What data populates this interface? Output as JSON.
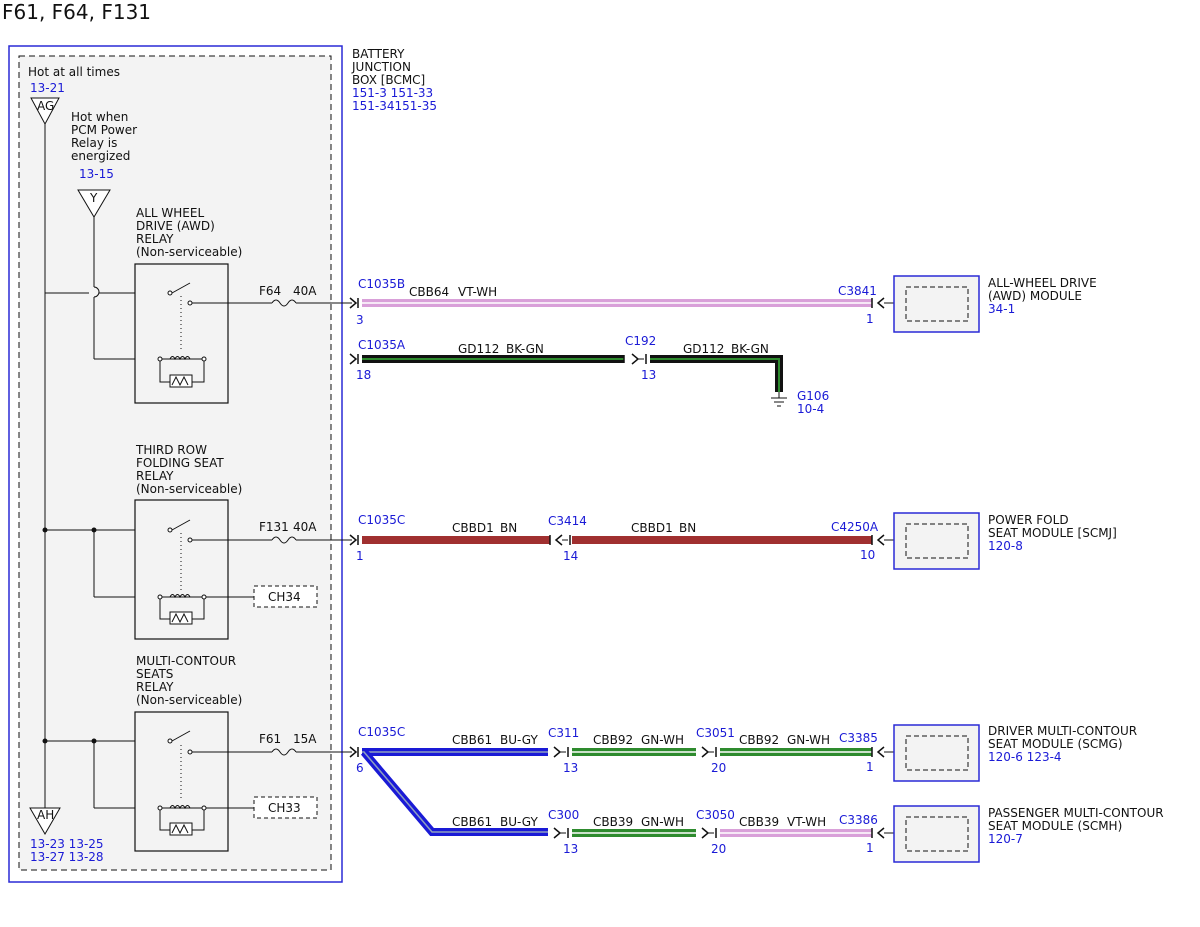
{
  "title": "F61, F64, F131",
  "bjb": {
    "name_lines": [
      "BATTERY",
      "JUNCTION",
      "BOX [BCMC]"
    ],
    "refs_lines": [
      "151-3  151-33",
      "151-34151-35"
    ],
    "hot_at_all_times": "Hot at all times",
    "ag_ref": "13-21",
    "ag_label": "AG",
    "hot_when_lines": [
      "Hot when",
      "PCM Power",
      "Relay is",
      "energized"
    ],
    "y_ref": "13-15",
    "y_label": "Y",
    "ah_label": "AH",
    "ah_refs_lines": [
      "13-23 13-25",
      "13-27 13-28"
    ]
  },
  "relays": [
    {
      "lines": [
        "ALL WHEEL",
        "DRIVE (AWD)",
        "RELAY",
        "(Non-serviceable)"
      ],
      "fuse": "F64",
      "rating": "40A"
    },
    {
      "lines": [
        "THIRD ROW",
        "FOLDING SEAT",
        "RELAY",
        "(Non-serviceable)"
      ],
      "fuse": "F131",
      "rating": "40A",
      "chassis_ref": "CH34"
    },
    {
      "lines": [
        "MULTI-CONTOUR",
        "SEATS",
        "RELAY",
        "(Non-serviceable)"
      ],
      "fuse": "F61",
      "rating": "15A",
      "chassis_ref": "CH33"
    }
  ],
  "circuits": {
    "awd": {
      "conn_start": "C1035B",
      "pin_start": "3",
      "wire": "CBB64",
      "color": "VT-WH",
      "conn_end": "C3841",
      "pin_end": "1",
      "module_lines": [
        "ALL-WHEEL DRIVE",
        "(AWD) MODULE"
      ],
      "module_ref": "34-1",
      "colors": {
        "primary": "#d9a0d9",
        "stripe": "#ffffff"
      }
    },
    "ground": {
      "conn_start": "C1035A",
      "pin_start": "18",
      "wire1": "GD112",
      "color1": "BK-GN",
      "conn_mid": "C192",
      "pin_mid": "13",
      "wire2": "GD112",
      "color2": "BK-GN",
      "ground_name": "G106",
      "ground_ref": "10-4",
      "colors": {
        "primary": "#111111",
        "stripe": "#2e8b2e"
      }
    },
    "powerfold": {
      "conn_start": "C1035C",
      "pin_start": "1",
      "wire1": "CBBD1",
      "color1": "BN",
      "conn_mid": "C3414",
      "pin_mid": "14",
      "wire2": "CBBD1",
      "color2": "BN",
      "conn_end": "C4250A",
      "pin_end": "10",
      "module_lines": [
        "POWER FOLD",
        "SEAT MODULE [SCMJ]"
      ],
      "module_ref": "120-8",
      "colors": {
        "primary": "#a03030"
      }
    },
    "multicontour": {
      "conn_start": "C1035C",
      "pin_start": "6",
      "driver": {
        "wire1": "CBB61",
        "color1": "BU-GY",
        "conn1": "C311",
        "pin1": "13",
        "wire2": "CBB92",
        "color2": "GN-WH",
        "conn2": "C3051",
        "pin2": "20",
        "wire3": "CBB92",
        "color3": "GN-WH",
        "conn_end": "C3385",
        "pin_end": "1",
        "module_lines": [
          "DRIVER MULTI-CONTOUR",
          "SEAT MODULE (SCMG)"
        ],
        "module_ref": "120-6 123-4"
      },
      "passenger": {
        "wire1": "CBB61",
        "color1": "BU-GY",
        "conn1": "C300",
        "pin1": "13",
        "wire2": "CBB39",
        "color2": "GN-WH",
        "conn2": "C3050",
        "pin2": "20",
        "wire3": "CBB39",
        "color3": "VT-WH",
        "conn_end": "C3386",
        "pin_end": "1",
        "module_lines": [
          "PASSENGER MULTI-CONTOUR",
          "SEAT MODULE (SCMH)"
        ],
        "module_ref": "120-7"
      },
      "colors": {
        "blue_gray": "#1a1ad6",
        "green_white": "#2e8b2e",
        "violet_white": "#d9a0d9"
      }
    }
  },
  "colors": {
    "connector_ref": "#1a1ad6",
    "box_border": "#2a2ad6",
    "box_fill": "#f3f3f3"
  }
}
